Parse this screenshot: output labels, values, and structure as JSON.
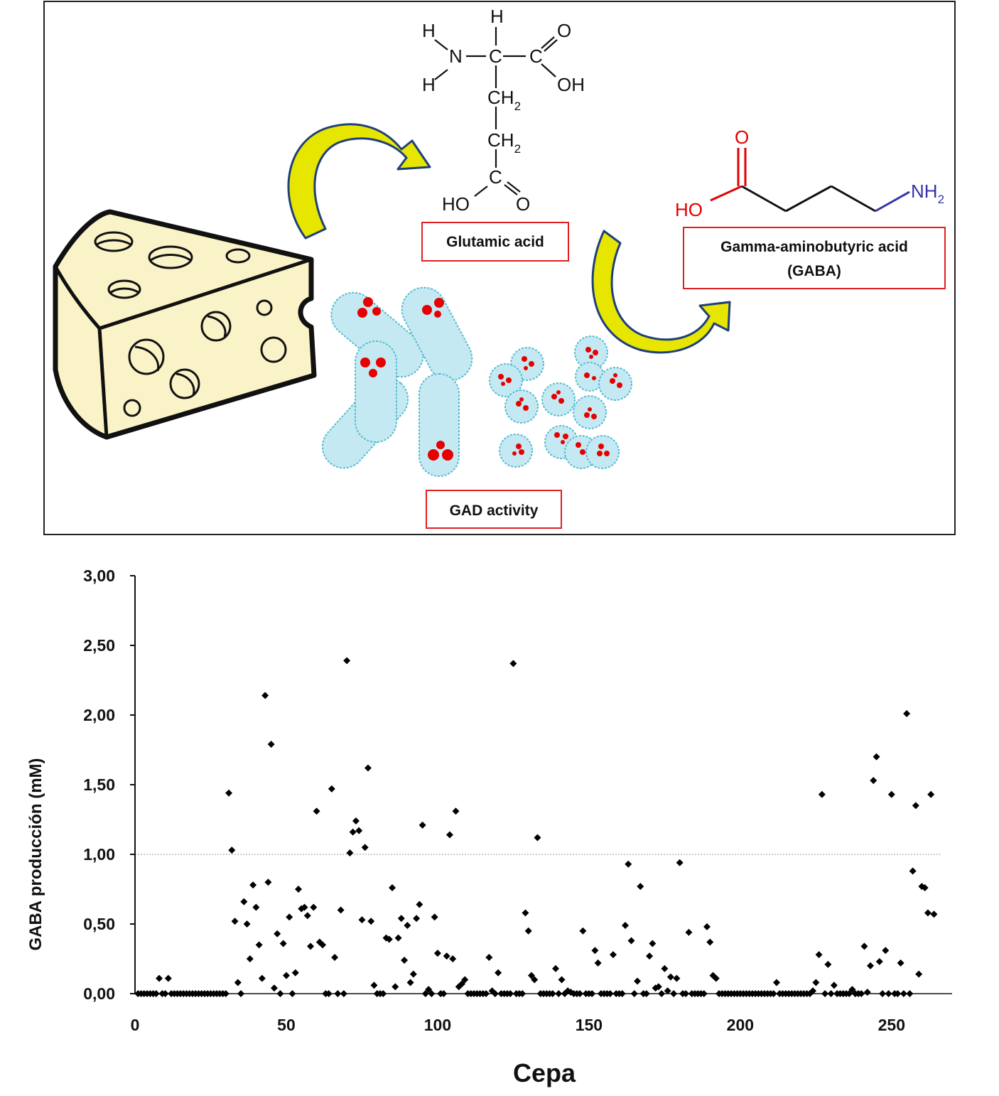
{
  "diagram": {
    "labels": {
      "glutamic": "Glutamic acid",
      "gaba_line1": "Gamma-aminobutyric acid",
      "gaba_line2": "(GABA)",
      "gad": "GAD activity"
    },
    "glutamic_structure": {
      "h_top": "H",
      "h_left_top": "H",
      "h_left_bottom": "H",
      "n": "N",
      "c_alpha": "C",
      "c_carboxyl": "C",
      "o_top": "O",
      "oh_right": "OH",
      "ch2_a": "CH",
      "ch2_a_sub": "2",
      "ch2_b": "CH",
      "ch2_b_sub": "2",
      "c_bottom": "C",
      "ho_bottom": "HO",
      "o_bottom": "O"
    },
    "gaba_structure": {
      "o": "O",
      "ho": "HO",
      "nh2": "NH",
      "nh2_sub": "2"
    },
    "colors": {
      "label_border": "#e02020",
      "arrow_fill": "#e6e600",
      "arrow_stroke": "#1f3f7a",
      "cheese_fill": "#fbf3c8",
      "bacteria_fill": "#c5e9f3",
      "bacteria_stroke": "#55bcd0",
      "granule": "#e60000",
      "oxygen_red": "#e00000",
      "nitrogen_blue": "#3333aa"
    }
  },
  "chart_data": {
    "type": "scatter",
    "xlabel": "Cepa",
    "ylabel": "GABA producción (mM)",
    "xlim": [
      0,
      270
    ],
    "ylim": [
      0,
      3
    ],
    "xticks": [
      "0",
      "50",
      "100",
      "150",
      "200",
      "250"
    ],
    "yticks": [
      "0,00",
      "0,50",
      "1,00",
      "1,50",
      "2,00",
      "2,50",
      "3,00"
    ],
    "reference_line": 1.0,
    "marker": "diamond",
    "marker_color": "#000000",
    "points": [
      [
        1,
        0
      ],
      [
        2,
        0
      ],
      [
        3,
        0
      ],
      [
        4,
        0
      ],
      [
        5,
        0
      ],
      [
        6,
        0
      ],
      [
        7,
        0
      ],
      [
        8,
        0.11
      ],
      [
        9,
        0
      ],
      [
        10,
        0
      ],
      [
        11,
        0.11
      ],
      [
        12,
        0
      ],
      [
        13,
        0
      ],
      [
        14,
        0
      ],
      [
        15,
        0
      ],
      [
        16,
        0
      ],
      [
        17,
        0
      ],
      [
        18,
        0
      ],
      [
        19,
        0
      ],
      [
        20,
        0
      ],
      [
        21,
        0
      ],
      [
        22,
        0
      ],
      [
        23,
        0
      ],
      [
        24,
        0
      ],
      [
        25,
        0
      ],
      [
        26,
        0
      ],
      [
        27,
        0
      ],
      [
        28,
        0
      ],
      [
        29,
        0
      ],
      [
        30,
        0
      ],
      [
        31,
        1.44
      ],
      [
        32,
        1.03
      ],
      [
        33,
        0.52
      ],
      [
        34,
        0.08
      ],
      [
        35,
        0
      ],
      [
        36,
        0.66
      ],
      [
        37,
        0.5
      ],
      [
        38,
        0.25
      ],
      [
        39,
        0.78
      ],
      [
        40,
        0.62
      ],
      [
        41,
        0.35
      ],
      [
        42,
        0.11
      ],
      [
        43,
        2.14
      ],
      [
        44,
        0.8
      ],
      [
        45,
        1.79
      ],
      [
        46,
        0.04
      ],
      [
        47,
        0.43
      ],
      [
        48,
        0
      ],
      [
        49,
        0.36
      ],
      [
        50,
        0.13
      ],
      [
        51,
        0.55
      ],
      [
        52,
        0
      ],
      [
        53,
        0.15
      ],
      [
        54,
        0.75
      ],
      [
        55,
        0.61
      ],
      [
        56,
        0.62
      ],
      [
        57,
        0.56
      ],
      [
        58,
        0.34
      ],
      [
        59,
        0.62
      ],
      [
        60,
        1.31
      ],
      [
        61,
        0.37
      ],
      [
        62,
        0.35
      ],
      [
        63,
        0
      ],
      [
        64,
        0
      ],
      [
        65,
        1.47
      ],
      [
        66,
        0.26
      ],
      [
        67,
        0
      ],
      [
        68,
        0.6
      ],
      [
        69,
        0
      ],
      [
        70,
        2.39
      ],
      [
        71,
        1.01
      ],
      [
        72,
        1.16
      ],
      [
        73,
        1.24
      ],
      [
        74,
        1.17
      ],
      [
        75,
        0.53
      ],
      [
        76,
        1.05
      ],
      [
        77,
        1.62
      ],
      [
        78,
        0.52
      ],
      [
        79,
        0.06
      ],
      [
        80,
        0
      ],
      [
        81,
        0
      ],
      [
        82,
        0
      ],
      [
        83,
        0.4
      ],
      [
        84,
        0.39
      ],
      [
        85,
        0.76
      ],
      [
        86,
        0.05
      ],
      [
        87,
        0.4
      ],
      [
        88,
        0.54
      ],
      [
        89,
        0.24
      ],
      [
        90,
        0.49
      ],
      [
        91,
        0.08
      ],
      [
        92,
        0.14
      ],
      [
        93,
        0.54
      ],
      [
        94,
        0.64
      ],
      [
        95,
        1.21
      ],
      [
        96,
        0
      ],
      [
        97,
        0.03
      ],
      [
        98,
        0
      ],
      [
        99,
        0.55
      ],
      [
        100,
        0.29
      ],
      [
        101,
        0
      ],
      [
        102,
        0
      ],
      [
        103,
        0.27
      ],
      [
        104,
        1.14
      ],
      [
        105,
        0.25
      ],
      [
        106,
        1.31
      ],
      [
        107,
        0.05
      ],
      [
        108,
        0.07
      ],
      [
        109,
        0.1
      ],
      [
        110,
        0
      ],
      [
        111,
        0
      ],
      [
        112,
        0
      ],
      [
        113,
        0
      ],
      [
        114,
        0
      ],
      [
        115,
        0
      ],
      [
        116,
        0
      ],
      [
        117,
        0.26
      ],
      [
        118,
        0.02
      ],
      [
        119,
        0
      ],
      [
        120,
        0.15
      ],
      [
        121,
        0
      ],
      [
        122,
        0
      ],
      [
        123,
        0
      ],
      [
        124,
        0
      ],
      [
        125,
        2.37
      ],
      [
        126,
        0
      ],
      [
        127,
        0
      ],
      [
        128,
        0
      ],
      [
        129,
        0.58
      ],
      [
        130,
        0.45
      ],
      [
        131,
        0.13
      ],
      [
        132,
        0.1
      ],
      [
        133,
        1.12
      ],
      [
        134,
        0
      ],
      [
        135,
        0
      ],
      [
        136,
        0
      ],
      [
        137,
        0
      ],
      [
        138,
        0
      ],
      [
        139,
        0.18
      ],
      [
        140,
        0
      ],
      [
        141,
        0.1
      ],
      [
        142,
        0
      ],
      [
        143,
        0.02
      ],
      [
        144,
        0.01
      ],
      [
        145,
        0
      ],
      [
        146,
        0
      ],
      [
        147,
        0
      ],
      [
        148,
        0.45
      ],
      [
        149,
        0
      ],
      [
        150,
        0
      ],
      [
        151,
        0
      ],
      [
        152,
        0.31
      ],
      [
        153,
        0.22
      ],
      [
        154,
        0
      ],
      [
        155,
        0
      ],
      [
        156,
        0
      ],
      [
        157,
        0
      ],
      [
        158,
        0.28
      ],
      [
        159,
        0
      ],
      [
        160,
        0
      ],
      [
        161,
        0
      ],
      [
        162,
        0.49
      ],
      [
        163,
        0.93
      ],
      [
        164,
        0.38
      ],
      [
        165,
        0
      ],
      [
        166,
        0.09
      ],
      [
        167,
        0.77
      ],
      [
        168,
        0
      ],
      [
        169,
        0
      ],
      [
        170,
        0.27
      ],
      [
        171,
        0.36
      ],
      [
        172,
        0.04
      ],
      [
        173,
        0.05
      ],
      [
        174,
        0
      ],
      [
        175,
        0.18
      ],
      [
        176,
        0.02
      ],
      [
        177,
        0.12
      ],
      [
        178,
        0
      ],
      [
        179,
        0.11
      ],
      [
        180,
        0.94
      ],
      [
        181,
        0
      ],
      [
        182,
        0
      ],
      [
        183,
        0.44
      ],
      [
        184,
        0
      ],
      [
        185,
        0
      ],
      [
        186,
        0
      ],
      [
        187,
        0
      ],
      [
        188,
        0
      ],
      [
        189,
        0.48
      ],
      [
        190,
        0.37
      ],
      [
        191,
        0.13
      ],
      [
        192,
        0.11
      ],
      [
        193,
        0
      ],
      [
        194,
        0
      ],
      [
        195,
        0
      ],
      [
        196,
        0
      ],
      [
        197,
        0
      ],
      [
        198,
        0
      ],
      [
        199,
        0
      ],
      [
        200,
        0
      ],
      [
        201,
        0
      ],
      [
        202,
        0
      ],
      [
        203,
        0
      ],
      [
        204,
        0
      ],
      [
        205,
        0
      ],
      [
        206,
        0
      ],
      [
        207,
        0
      ],
      [
        208,
        0
      ],
      [
        209,
        0
      ],
      [
        210,
        0
      ],
      [
        211,
        0
      ],
      [
        212,
        0.08
      ],
      [
        213,
        0
      ],
      [
        214,
        0
      ],
      [
        215,
        0
      ],
      [
        216,
        0
      ],
      [
        217,
        0
      ],
      [
        218,
        0
      ],
      [
        219,
        0
      ],
      [
        220,
        0
      ],
      [
        221,
        0
      ],
      [
        222,
        0
      ],
      [
        223,
        0
      ],
      [
        224,
        0.02
      ],
      [
        225,
        0.08
      ],
      [
        226,
        0.28
      ],
      [
        227,
        1.43
      ],
      [
        228,
        0
      ],
      [
        229,
        0.21
      ],
      [
        230,
        0
      ],
      [
        231,
        0.06
      ],
      [
        232,
        0
      ],
      [
        233,
        0
      ],
      [
        234,
        0
      ],
      [
        235,
        0
      ],
      [
        236,
        0
      ],
      [
        237,
        0.03
      ],
      [
        238,
        0
      ],
      [
        239,
        0
      ],
      [
        240,
        0
      ],
      [
        241,
        0.34
      ],
      [
        242,
        0.01
      ],
      [
        243,
        0.2
      ],
      [
        244,
        1.53
      ],
      [
        245,
        1.7
      ],
      [
        246,
        0.23
      ],
      [
        247,
        0
      ],
      [
        248,
        0.31
      ],
      [
        249,
        0
      ],
      [
        250,
        1.43
      ],
      [
        251,
        0
      ],
      [
        252,
        0
      ],
      [
        253,
        0.22
      ],
      [
        254,
        0
      ],
      [
        255,
        2.01
      ],
      [
        256,
        0
      ],
      [
        257,
        0.88
      ],
      [
        258,
        1.35
      ],
      [
        259,
        0.14
      ],
      [
        260,
        0.77
      ],
      [
        261,
        0.76
      ],
      [
        262,
        0.58
      ],
      [
        263,
        1.43
      ],
      [
        264,
        0.57
      ]
    ]
  }
}
